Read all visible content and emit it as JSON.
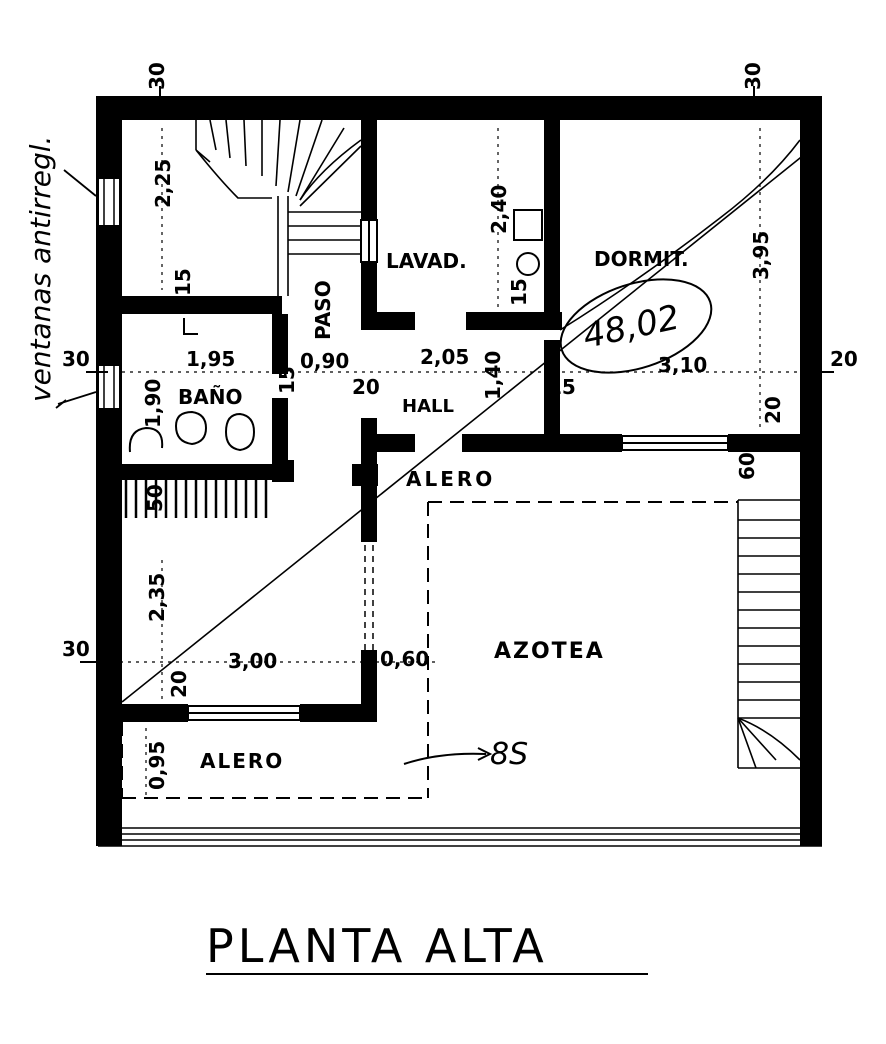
{
  "title": "PLANTA ALTA",
  "rooms": {
    "lavad": "LAVAD.",
    "dormit": "DORMIT.",
    "bano": "BAÑO",
    "hall": "HALL",
    "paso": "PASO",
    "alero_top": "ALERO",
    "azotea": "AZOTEA",
    "alero_bottom": "ALERO"
  },
  "dimensions": {
    "top_left_30": "30",
    "top_right_30": "30",
    "d225": "2,25",
    "d240": "2,40",
    "d395": "3,95",
    "d15_bano": "15",
    "d15_lav": "15",
    "left_30": "30",
    "d195": "1,95",
    "d090": "0,90",
    "d205": "2,05",
    "d310": "3,10",
    "right_20": "20",
    "d190": "1,90",
    "d15_a": "15",
    "d20_a": "20",
    "d140": "1,40",
    "d15_b": "15",
    "d20_dorm": "20",
    "d60": "60",
    "d50": "50",
    "d235": "2,35",
    "left_30_b": "30",
    "d300": "3,00",
    "d060": "0,60",
    "d20_b": "20",
    "d095": "0,95"
  },
  "annotations": {
    "windows_note": "ventanas antirregl.",
    "area": "48,02",
    "es": "8S"
  }
}
